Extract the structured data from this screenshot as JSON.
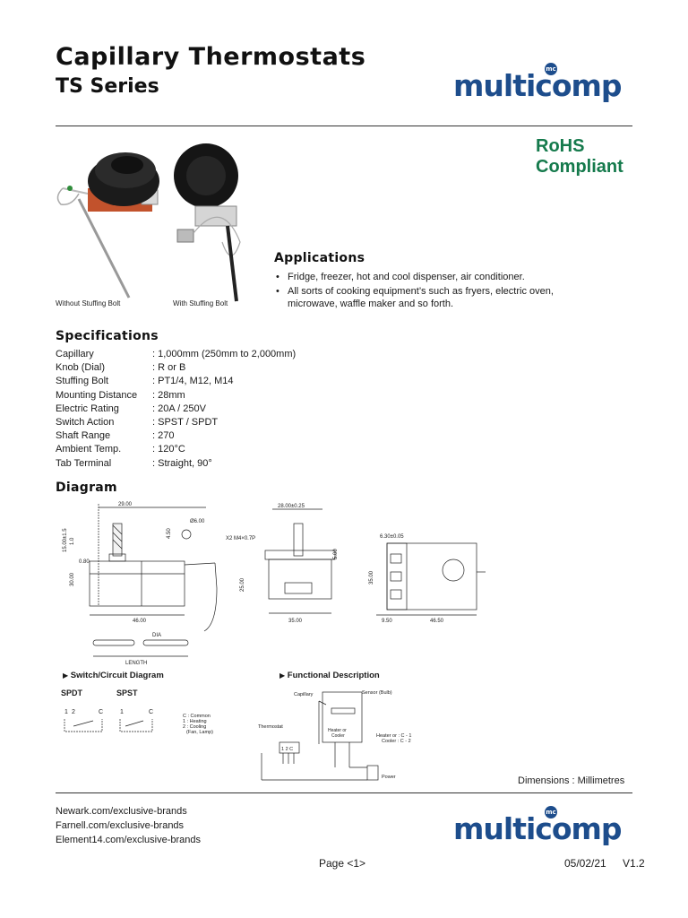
{
  "header": {
    "title": "Capillary Thermostats",
    "subtitle": "TS Series",
    "logo": "multicomp",
    "logo_mark": "mc"
  },
  "rohs": {
    "line1": "RoHS",
    "line2": "Compliant"
  },
  "photos": {
    "caption_left": "Without Stuffing Bolt",
    "caption_right": "With Stuffing Bolt"
  },
  "applications": {
    "heading": "Applications",
    "bullet": "•",
    "items": [
      "Fridge, freezer, hot and cool dispenser, air conditioner.",
      "All sorts of cooking equipment’s such as fryers, electric oven,",
      "microwave, waffle maker and so forth."
    ]
  },
  "specifications": {
    "heading": "Specifications",
    "rows": [
      {
        "label": "Capillary",
        "value": ": 1,000mm (250mm to 2,000mm)"
      },
      {
        "label": "Knob (Dial)",
        "value": ": R or B"
      },
      {
        "label": "Stuffing Bolt",
        "value": ": PT1/4, M12, M14"
      },
      {
        "label": "Mounting Distance",
        "value": ": 28mm"
      },
      {
        "label": "Electric Rating",
        "value": ": 20A / 250V"
      },
      {
        "label": "Switch Action",
        "value": ": SPST / SPDT"
      },
      {
        "label": "Shaft Range",
        "value": ": 270"
      },
      {
        "label": "Ambient Temp.",
        "value": ": 120°C"
      },
      {
        "label": "Tab Terminal",
        "value": ": Straight, 90°"
      }
    ]
  },
  "diagram": {
    "heading": "Diagram",
    "dims": {
      "d29": "29.00",
      "d6": "Ø6.00",
      "d450": "4.50",
      "d15": "15.00±1.5",
      "d10": "1.0",
      "d080": "0.80",
      "d30": "30.00",
      "d46": "46.00",
      "dia": "DIA",
      "length": "LENGTH",
      "d28": "28.00±0.25",
      "x2": "X2 M4×0.7P",
      "d5": "5.00",
      "d25": "25.00",
      "d35": "35.00",
      "d630": "6.30±0.05",
      "d35v": "35.00",
      "d950": "9.50",
      "d4650": "46.50"
    },
    "switch_heading": "Switch/Circuit Diagram",
    "spdt": "SPDT",
    "spst": "SPST",
    "spdt_t1": "1",
    "spdt_t2": "2",
    "spdt_c": "C",
    "spst_t1": "1",
    "spst_c": "C",
    "legend": [
      "C : Common",
      "1 : Heating",
      "2 : Cooling",
      "(Fan, Lamp)"
    ],
    "func_heading": "Functional Description",
    "capillary": "Capillary",
    "sensor": "Sensor (Bulb)",
    "thermostat": "Thermostat",
    "heater1": "Heater or",
    "heater2": "Cooler",
    "terms": "1 2 C",
    "hc1": "Heater or : C - 1",
    "hc2": "Cooler : C - 2",
    "power": "Power",
    "arrow": "▶",
    "dimension_note": "Dimensions : Millimetres"
  },
  "footer": {
    "links": [
      "Newark.com/exclusive-brands",
      "Farnell.com/exclusive-brands",
      "Element14.com/exclusive-brands"
    ],
    "page": "Page <1>",
    "date": "05/02/21",
    "version": "V1.2"
  },
  "colors": {
    "logo_blue": "#1d4d8c",
    "rohs_green": "#157a4c"
  }
}
